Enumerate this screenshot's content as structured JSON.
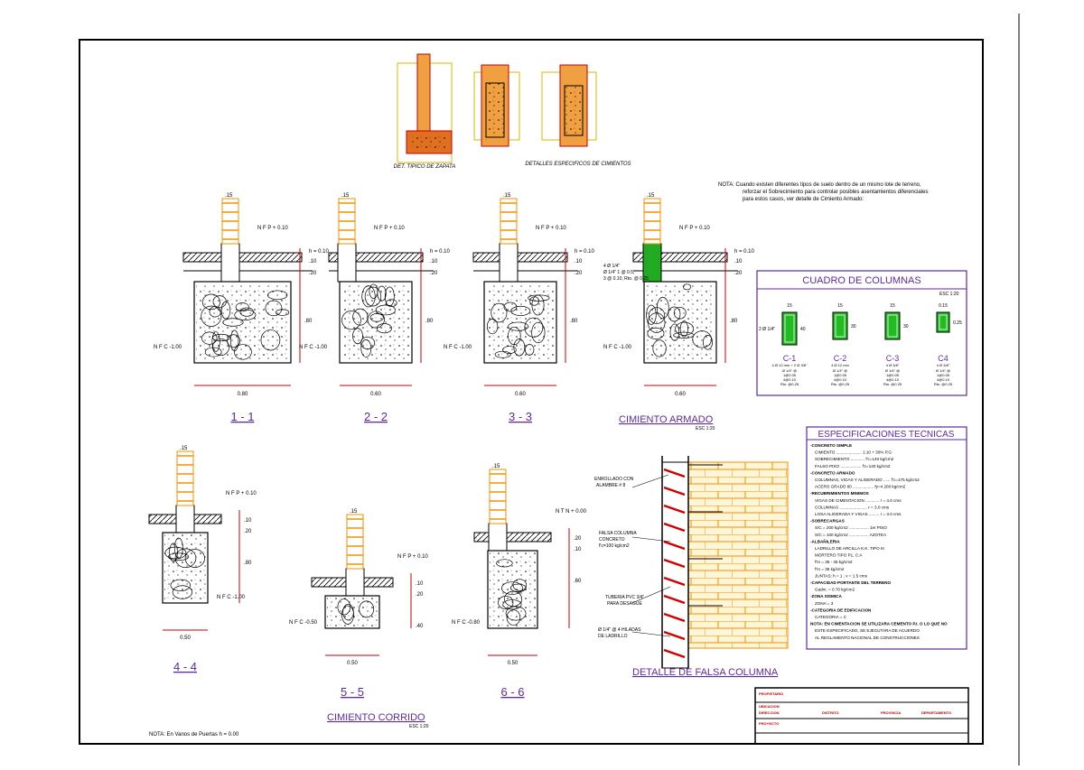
{
  "top_captions": {
    "zapata": "DET. TIPICO DE ZAPATA",
    "cimientos": "DETALLES ESPECIFICOS DE CIMIENTOS"
  },
  "nota_general": [
    "NOTA: Cuando existen diferentes tipos de suelo dentro de un mismo lote de terreno,",
    "reforzar el Sobrecimiento para controlar posibles asentamientos diferenciales",
    "para estos casos, ver detalle de Cimiento Armado:"
  ],
  "common": {
    "nfp": "N F P + 0.10",
    "nfc": "N F C -1.00",
    "nfc_5": "N F C -0.50",
    "nfc_6": "N F C -0.80",
    "ntn": "N T N + 0.00",
    "wall_w": ".15",
    "h": "h = 0.10",
    "d10": ".10",
    "d20": ".20",
    "d40": ".40",
    "d60": ".60",
    "d80": ".80"
  },
  "sections": [
    {
      "label": "1 - 1",
      "width": "0.80"
    },
    {
      "label": "2 - 2",
      "width": "0.60"
    },
    {
      "label": "3 - 3",
      "width": "0.60"
    },
    {
      "label": "",
      "width": "0.60"
    },
    {
      "label": "4 - 4",
      "width": "0.50"
    },
    {
      "label": "5 - 5",
      "width": "0.50"
    },
    {
      "label": "6 - 6",
      "width": "0.50"
    }
  ],
  "armado_note": [
    "4 Ø 1/4\"",
    "Ø 1/4\" 1 @ 0.5,",
    "3 @ 0.10, Rto. @ 0.25"
  ],
  "titles": {
    "cimiento_armado": "CIMIENTO ARMADO",
    "cimiento_armado_esc": "ESC 1:20",
    "cimiento_corrido": "CIMIENTO CORRIDO",
    "cimiento_corrido_esc": "ESC 1:20",
    "falsa_columna": "DETALLE DE FALSA COLUMNA"
  },
  "nota_vanos": "NOTA: En Vanos de Puertas h = 0.00",
  "columnas": {
    "title": "CUADRO DE COLUMNAS",
    "esc": "ESC 1:20",
    "side_label": "2 Ø 1/4\"",
    "items": [
      {
        "name": "C-1",
        "top": "15",
        "side": "40",
        "rebar": "4 Ø 12 mm + 2 Ø 3/8\"",
        "stirrups": [
          "Ø 1/4\" @",
          "1@0.05",
          "4@0.10",
          "Rto. @0.25"
        ]
      },
      {
        "name": "C-2",
        "top": "15",
        "side": "30",
        "rebar": "4 Ø 12 mm",
        "stirrups": [
          "Ø 1/4\" @",
          "1@0.05",
          "4@0.10",
          "Rto. @0.25"
        ]
      },
      {
        "name": "C-3",
        "top": "15",
        "side": "30",
        "rebar": "4 Ø 3/8\"",
        "stirrups": [
          "Ø 1/4\" @",
          "1@0.05",
          "4@0.10",
          "Rto. @0.25"
        ]
      },
      {
        "name": "C4",
        "top": "0.15",
        "side": "0.25",
        "rebar": "4 Ø 3/8\"",
        "stirrups": [
          "Ø 1/4\" @",
          "1@0.05",
          "4@0.10",
          "Rto. @0.25"
        ]
      }
    ]
  },
  "falsa_labels": {
    "a": [
      "ENROLLADO CON",
      "ALAMBRE # 8"
    ],
    "b": [
      "FALSA COLUMNA",
      "CONCRETO",
      "f'c=100 kg/cm2"
    ],
    "c": [
      "TUBERIA PVC 3/4\"",
      "PARA DESAGUE"
    ],
    "d": [
      "Ø 1/4\" @ 4 HILADAS",
      "DE LADRILLO"
    ]
  },
  "specs": {
    "title": "ESPECIFICACIONES TECNICAS",
    "lines": [
      "-CONCRETO SIMPLE",
      "CIMIENTO ...................... 1:10 + 30% P.G",
      "SOBRECIMIENTO ............ f'c=140 kg/cm2",
      "FALSO PISO .................. f'c=140 kg/cm2",
      "-CONCRETO ARMADO",
      "COLUMNAS, VIGAS Y ALIGERADO ...... f'c=175 kg/cm2",
      "ACERO GRADO 60 .................. fy=4 200 kg/cm2",
      "-RECUBRIMIENTOS MINIMOS",
      "VIGAS DE CIMENTACION ............ r = 4.0 cms",
      "COLUMNAS ........................ r = 3.0 cms",
      "LOSA ALIGERADA Y VIGAS ......... r = 3.0 cms",
      "-SOBRECARGAS",
      "S/C = 200 kg/cm2 ................. 1er PISO",
      "S/C = 100 kg/cm2 ................. AZOTEA",
      "-ALBAÑILERIA",
      "LADRILLO DE ARCILLA K.K. TIPO III",
      "MORTERO TIPO P1, C:A",
      "f'm = 35 - 45 kg/cm2",
      "f'm = 35 kg/cm2",
      "JUNTAS: h = 1 ; v = 1.5 cms",
      "-CAPACIDAD PORTANTE DEL TERRENO",
      "Gadm. = 0.70 kg/cm2",
      "-ZONA SISMICA",
      "ZONA = 3",
      "-CATEGORIA DE EDIFICACION",
      "CATEGORIA = C",
      "NOTA: EN CIMENTACION SE UTILIZARA CEMENTO P.I. O LO QUE NO",
      "ESTE ESPECIFICADO, SE EJECUTARA DE ACUERDO",
      "AL REGLAMENTO NACIONAL DE CONSTRUCCIONES"
    ]
  },
  "title_block": {
    "row1": "PROPIETARIO",
    "row2a": "UBICACION",
    "row2b": "DIRECCION",
    "row2c": "DISTRITO",
    "row2d": "PROVINCIA",
    "row2e": "DEPARTAMENTO",
    "row3": "PROYECTO"
  }
}
